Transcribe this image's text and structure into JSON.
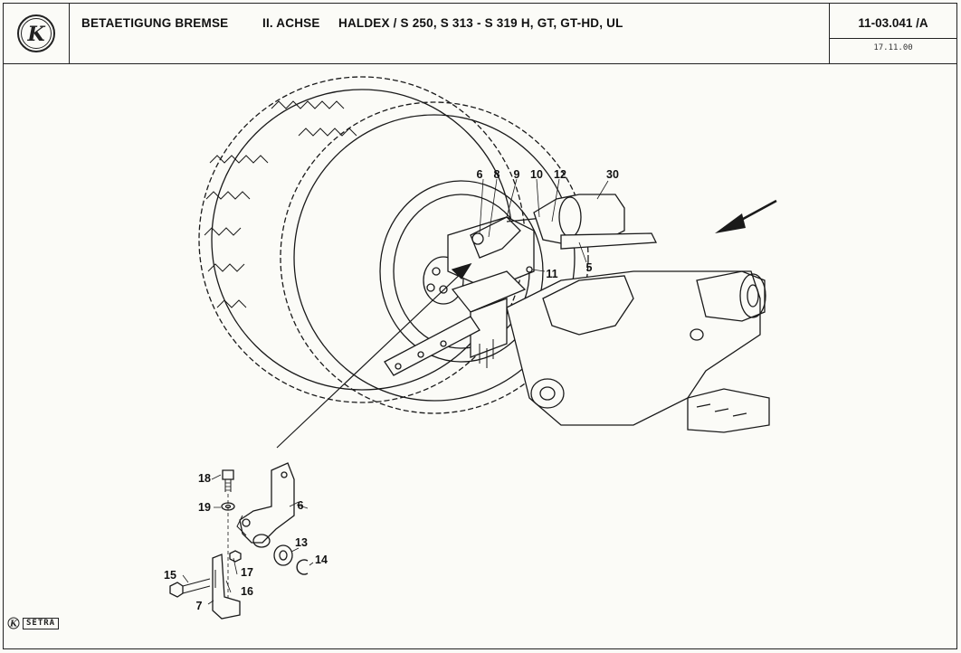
{
  "header": {
    "title": "BETAETIGUNG BREMSE",
    "axle": "II. ACHSE",
    "spec": "HALDEX / S 250, S 313 - S 319 H, GT, GT-HD, UL",
    "doc_number": "11-03.041 /A",
    "date": "17.11.00",
    "logo_letter": "K"
  },
  "footer": {
    "brand": "SETRA",
    "logo_letter": "K"
  },
  "callouts": {
    "c6a": "6",
    "c8": "8",
    "c9": "9",
    "c10": "10",
    "c12": "12",
    "c30": "30",
    "c5": "5",
    "c11": "11",
    "c18": "18",
    "c19": "19",
    "c6b": "6",
    "c13": "13",
    "c14": "14",
    "c15": "15",
    "c17": "17",
    "c16": "16",
    "c7": "7"
  }
}
